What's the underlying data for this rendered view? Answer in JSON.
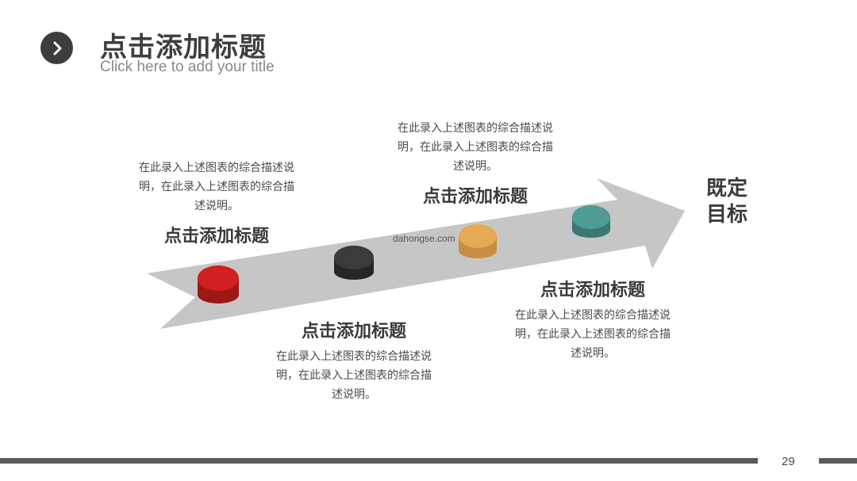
{
  "header": {
    "title": "点击添加标题",
    "subtitle": "Click here to add your title",
    "icon": "chevron-right-icon"
  },
  "steps": [
    {
      "heading": "点击添加标题",
      "description": "在此录入上述图表的综合描述说明，在此录入上述图表的综合描述说明。",
      "marker_color": "#d0201f"
    },
    {
      "heading": "点击添加标题",
      "description": "在此录入上述图表的综合描述说明，在此录入上述图表的综合描述说明。",
      "marker_color": "#3b3b3d"
    },
    {
      "heading": "点击添加标题",
      "description": "在此录入上述图表的综合描述说明，在此录入上述图表的综合描述说明。",
      "marker_color": "#e6a955"
    },
    {
      "heading": "点击添加标题",
      "description": "在此录入上述图表的综合描述说明，在此录入上述图表的综合描述说明。",
      "marker_color": "#4f9b96"
    }
  ],
  "goal_label": "既定目标",
  "watermark": "dahongse.com",
  "page_number": "29",
  "colors": {
    "arrow": "#c6c6c6",
    "bar": "#5b5b5d"
  }
}
